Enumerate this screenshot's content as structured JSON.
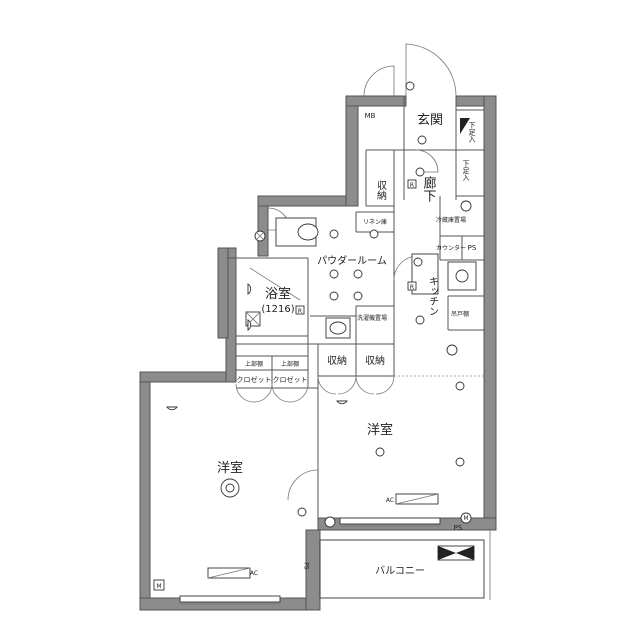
{
  "labels": {
    "mb": "MB",
    "entrance": "玄関",
    "shoe_storage_1": "下足入",
    "shoe_storage_2": "下足入",
    "storage_hall": "収納",
    "hallway": "廊下",
    "linen": "リネン庫",
    "fridge": "冷蔵庫置場",
    "counter": "カウンター",
    "ps_top": "PS",
    "powder_room": "パウダールーム",
    "bathroom": "浴室",
    "bathroom_size": "(1216)",
    "kitchen": "キッチン",
    "washer": "洗濯機置場",
    "gas_meter": "吊戸棚",
    "upper_shelf_1": "上部棚",
    "upper_shelf_2": "上部棚",
    "closet_1": "クロゼット",
    "closet_2": "クロゼット",
    "storage_a": "収納",
    "storage_b": "収納",
    "western_room_1": "洋室",
    "western_room_2": "洋室",
    "balcony": "バルコニー",
    "ps_bottom": "PS",
    "ps_left": "PS",
    "m_left": "M",
    "m_right": "M",
    "ac_1": "AC",
    "ac_2": "AC",
    "r_1": "R",
    "r_2": "R",
    "r_3": "R"
  }
}
